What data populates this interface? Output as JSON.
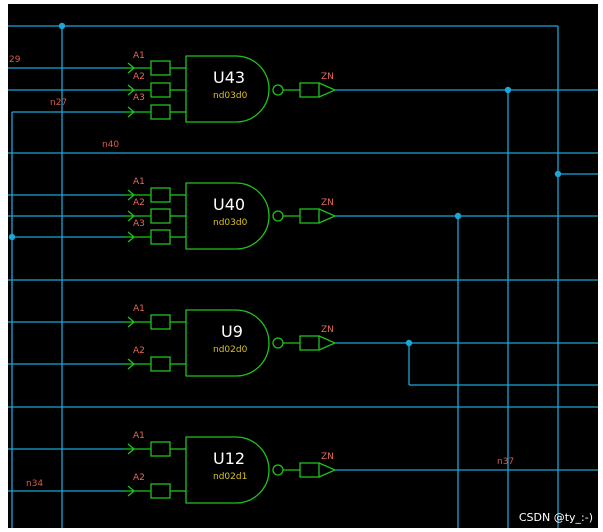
{
  "gates": [
    {
      "id": "U43",
      "cell": "nd03d0",
      "inputs": [
        "A1",
        "A2",
        "A3"
      ],
      "output": "ZN"
    },
    {
      "id": "U40",
      "cell": "nd03d0",
      "inputs": [
        "A1",
        "A2",
        "A3"
      ],
      "output": "ZN"
    },
    {
      "id": "U9",
      "cell": "nd02d0",
      "inputs": [
        "A1",
        "A2"
      ],
      "output": "ZN"
    },
    {
      "id": "U12",
      "cell": "nd02d1",
      "inputs": [
        "A1",
        "A2"
      ],
      "output": "ZN"
    }
  ],
  "nets": {
    "n29_partial": "29",
    "n27": "n27",
    "n40": "n40",
    "n37": "n37",
    "n34": "n34"
  },
  "watermark": "CSDN @ty_:-)",
  "colors": {
    "background": "#000000",
    "wire": "#1aa7d8",
    "gate": "#1fc21f",
    "pin_label": "#e06a5a",
    "instance_label": "#ffffff",
    "cell_label": "#d8c01a"
  }
}
